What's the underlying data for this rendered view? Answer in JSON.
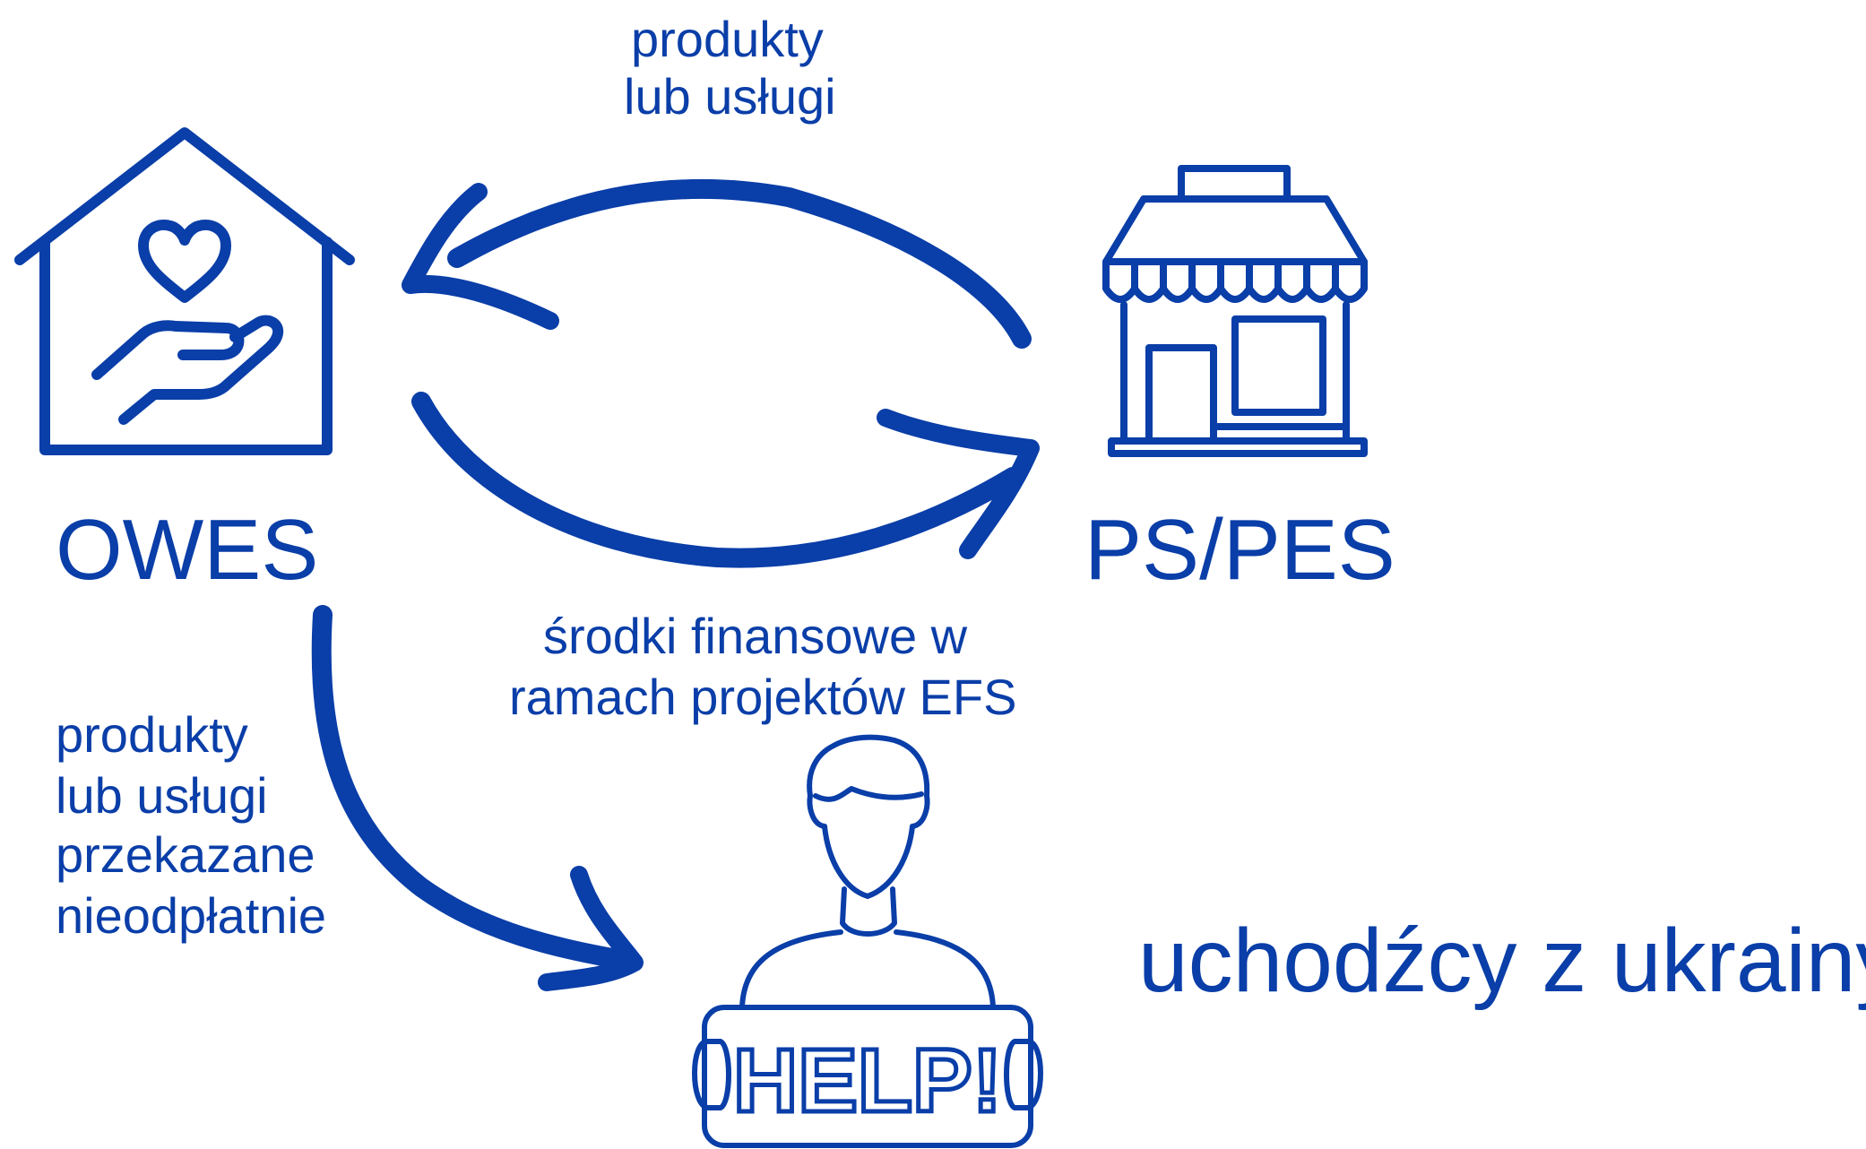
{
  "diagram": {
    "color": "#0a3ea8",
    "nodes": {
      "owes": {
        "label": "OWES",
        "icon": "house-heart-hand-icon"
      },
      "ps_pes": {
        "label": "PS/PES",
        "icon": "shop-icon"
      },
      "refugees": {
        "label": "uchodźcy z ukrainy",
        "icon": "person-help-sign-icon",
        "sign_text": "HELP!"
      }
    },
    "edges": {
      "ps_to_owes": {
        "label_line1": "produkty",
        "label_line2": "lub usługi"
      },
      "owes_to_ps": {
        "label_line1": "środki finansowe w",
        "label_line2": "ramach projektów EFS"
      },
      "owes_to_refugees": {
        "label_line1": "produkty",
        "label_line2": "lub usługi",
        "label_line3": "przekazane",
        "label_line4": "nieodpłatnie"
      }
    }
  }
}
